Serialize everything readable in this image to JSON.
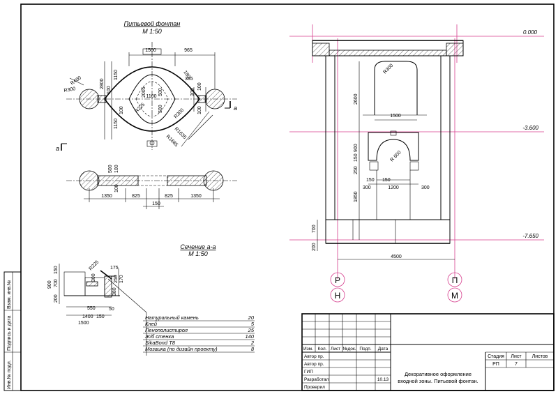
{
  "plan": {
    "title": "Питьевой фонтан",
    "scale": "М 1:50",
    "dims": [
      "1500",
      "965",
      "1150",
      "1150",
      "2800",
      "100",
      "100",
      "2005",
      "500",
      "1100",
      "500",
      "300",
      "100",
      "100",
      "385",
      "180",
      "R400",
      "R300",
      "R225",
      "R300",
      "R1635",
      "R1685"
    ],
    "section_mark_left": "а",
    "section_mark_right": "а"
  },
  "side_view": {
    "dims": [
      "500",
      "100",
      "100",
      "1350",
      "825",
      "825",
      "1350",
      "150"
    ]
  },
  "section": {
    "title": "Сечение а-а",
    "scale": "М 1:50",
    "dims": [
      "150",
      "900",
      "700",
      "200",
      "R225",
      "175",
      "300",
      "250",
      "170",
      "380",
      "50",
      "550",
      "1400",
      "150",
      "1500"
    ]
  },
  "layers": [
    {
      "name": "Натуральный камень",
      "value": "20"
    },
    {
      "name": "Клей",
      "value": "5"
    },
    {
      "name": "Пенополистирол",
      "value": "25"
    },
    {
      "name": "Ж/б стенка",
      "value": "140"
    },
    {
      "name": "SikaBond T8",
      "value": "2"
    },
    {
      "name": "Мозаика (по дизайн проекту)",
      "value": "8"
    }
  ],
  "elevation": {
    "levels": [
      "0.000",
      "-3.600",
      "-7.650"
    ],
    "dims": [
      "R300",
      "2600",
      "1500",
      "900",
      "R 600",
      "250",
      "150",
      "150",
      "150",
      "1200",
      "300",
      "300",
      "1850",
      "700",
      "200",
      "4500"
    ],
    "axes": [
      "Р",
      "Н",
      "П",
      "М"
    ]
  },
  "side_stamp": [
    "Взам. инв.№",
    "Подпись и дата",
    "Инв.№ подл."
  ],
  "title_block": {
    "header": [
      "Изм.",
      "Кол.",
      "Лист",
      "№док.",
      "Подп.",
      "Дата"
    ],
    "roles": [
      "Автор пр.",
      "Автор пр.",
      "ГИП",
      "Разработал",
      "Проверил"
    ],
    "date": "10.13",
    "description_line1": "Декоративное оформление",
    "description_line2": "входной зоны. Питьевой фонтан.",
    "stage_label": "Стадия",
    "sheet_label": "Лист",
    "sheets_label": "Листов",
    "stage": "РП",
    "sheet": "7",
    "sheets": ""
  }
}
